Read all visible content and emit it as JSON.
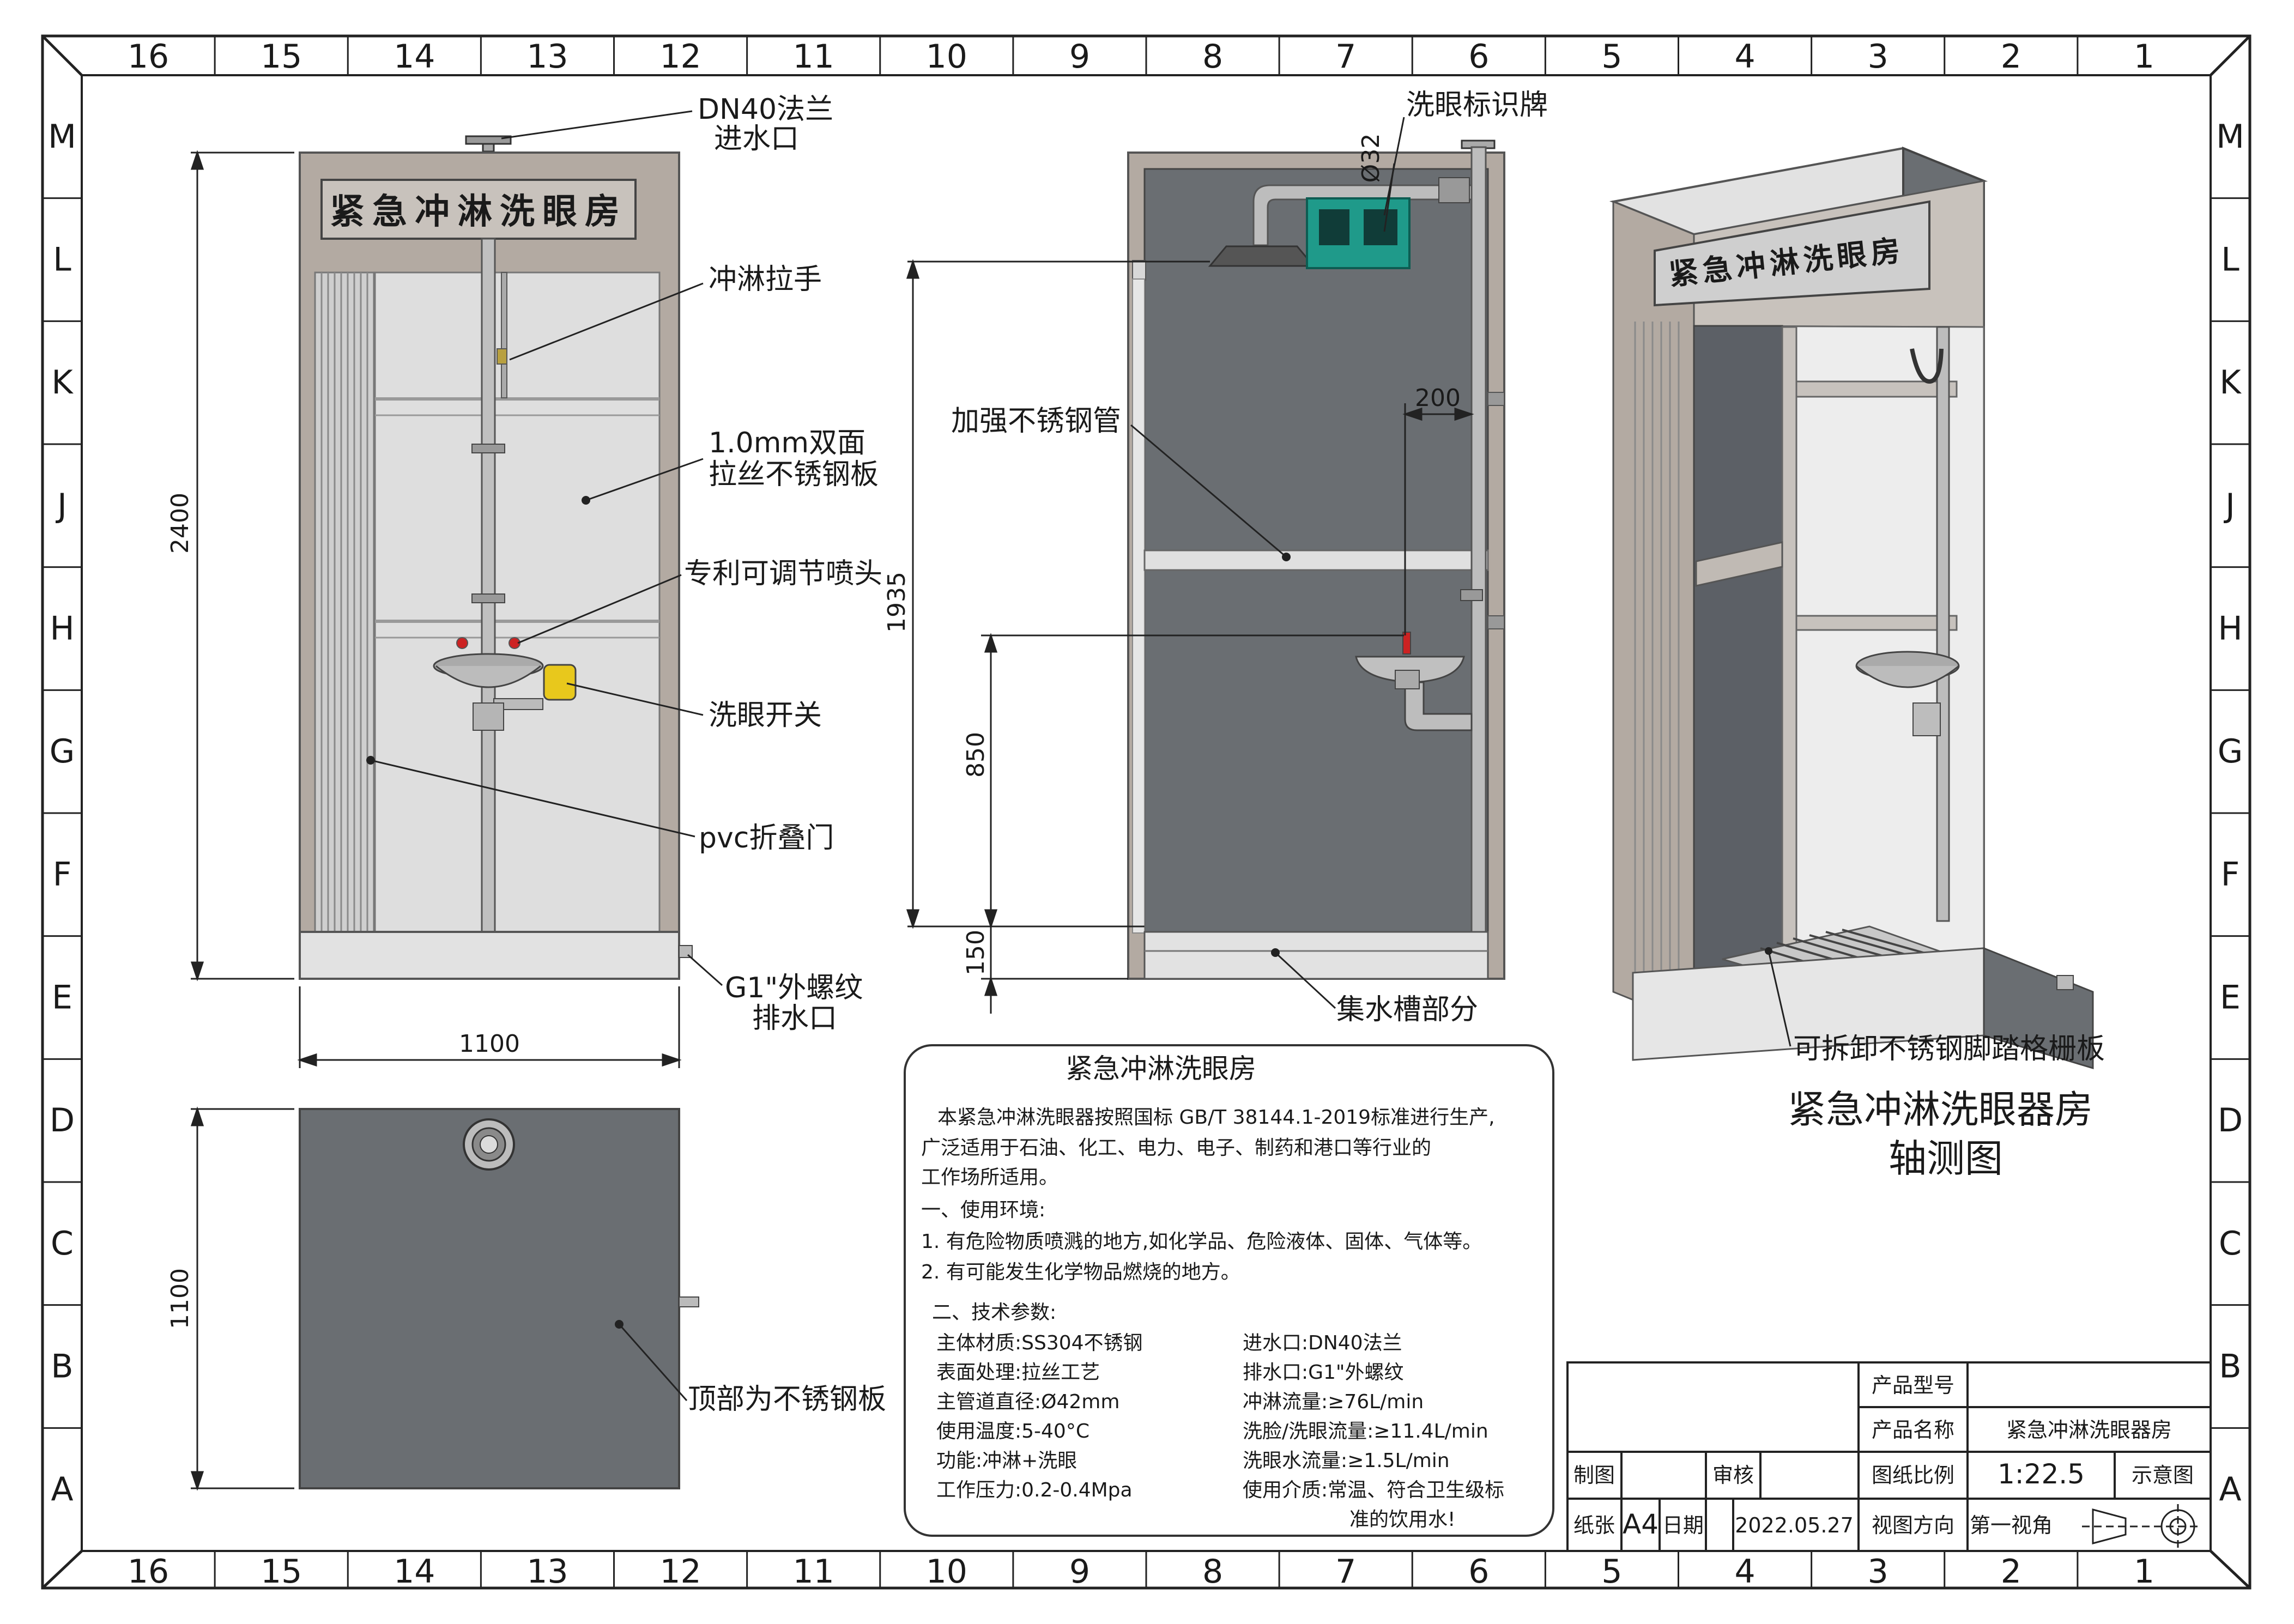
{
  "grid": {
    "cols": [
      "16",
      "15",
      "14",
      "13",
      "12",
      "11",
      "10",
      "9",
      "8",
      "7",
      "6",
      "5",
      "4",
      "3",
      "2",
      "1"
    ],
    "rows": [
      "M",
      "L",
      "K",
      "J",
      "H",
      "G",
      "F",
      "E",
      "D",
      "C",
      "B",
      "A"
    ]
  },
  "front_view": {
    "sign_text": "紧急冲淋洗眼房",
    "inlet": [
      "DN40法兰",
      "进水口"
    ],
    "pull_handle": "冲淋拉手",
    "panel": [
      "1.0mm双面",
      "拉丝不锈钢板"
    ],
    "nozzle": "专利可调节喷头",
    "eyewash_switch": "洗眼开关",
    "door": "pvc折叠门",
    "drain": [
      "G1\"外螺纹",
      "排水口"
    ],
    "height_dim": "2400",
    "width_dim": "1100"
  },
  "side_view": {
    "eyewash_sign": "洗眼标识牌",
    "pipe_dia": "Ø32",
    "reinforced_pipe": "加强不锈钢管",
    "dim_200": "200",
    "dim_1935": "1935",
    "dim_850": "850",
    "dim_150": "150",
    "tank": "集水槽部分"
  },
  "top_view": {
    "depth_dim": "1100",
    "top_plate": "顶部为不锈钢板"
  },
  "iso_view": {
    "sign_text": "紧急冲淋洗眼房",
    "grating": "可拆卸不锈钢脚踏格栅板",
    "caption": [
      "紧急冲淋洗眼器房",
      "轴测图"
    ]
  },
  "notes": {
    "title": "紧急冲淋洗眼房",
    "intro": [
      "本紧急冲淋洗眼器按照国标 GB/T 38144.1-2019标准进行生产,",
      "广泛适用于石油、化工、电力、电子、制药和港口等行业的",
      "工作场所适用。"
    ],
    "env_title": "一、使用环境:",
    "env": [
      "1. 有危险物质喷溅的地方,如化学品、危险液体、固体、气体等。",
      "2. 有可能发生化学物品燃烧的地方。"
    ],
    "spec_title": "二、技术参数:",
    "spec_left": [
      "主体材质:SS304不锈钢",
      "表面处理:拉丝工艺",
      "主管道直径:Ø42mm",
      "使用温度:5-40°C",
      "功能:冲淋+洗眼",
      "工作压力:0.2-0.4Mpa"
    ],
    "spec_right": [
      "进水口:DN40法兰",
      "排水口:G1\"外螺纹",
      "冲淋流量:≥76L/min",
      "洗脸/洗眼流量:≥11.4L/min",
      "洗眼水流量:≥1.5L/min",
      "使用介质:常温、符合卫生级标",
      "准的饮用水!"
    ]
  },
  "title_block": {
    "model_label": "产品型号",
    "name_label": "产品名称",
    "name_value": "紧急冲淋洗眼器房",
    "scale_label": "图纸比例",
    "scale_value": "1:22.5",
    "type_value": "示意图",
    "view_label": "视图方向",
    "view_value": "第一视角",
    "drawn_label": "制图",
    "review_label": "审核",
    "paper_label": "纸张",
    "paper_value": "A4",
    "date_label": "日期",
    "date_value": "2022.05.27"
  },
  "colors": {
    "panel_light": "#d8d8d8",
    "frame": "#b3aaa2",
    "panel_dark": "#6a6e72",
    "sign_green": "#1f9a8a"
  }
}
